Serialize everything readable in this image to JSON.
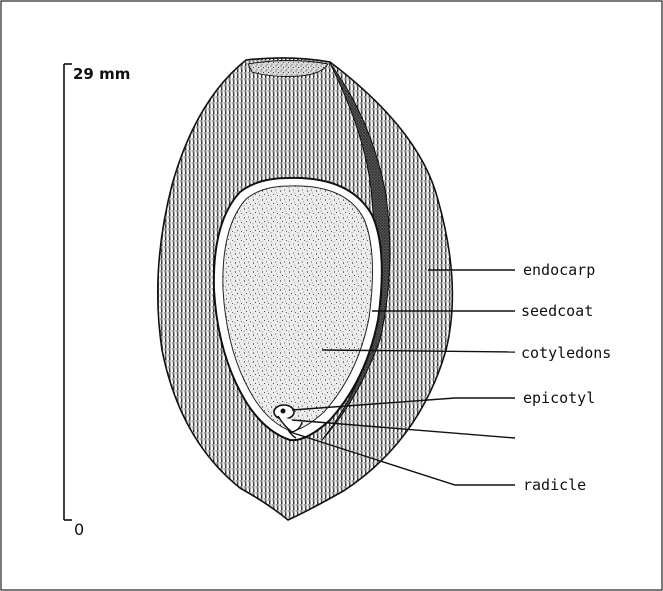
{
  "scale": {
    "max_label": "29 mm",
    "min_label": "0"
  },
  "labels": {
    "endocarp": "endocarp",
    "seedcoat": "seedcoat",
    "cotyledons": "cotyledons",
    "epicotyl": "epicotyl",
    "unlabeled": "",
    "radicle": "radicle"
  }
}
